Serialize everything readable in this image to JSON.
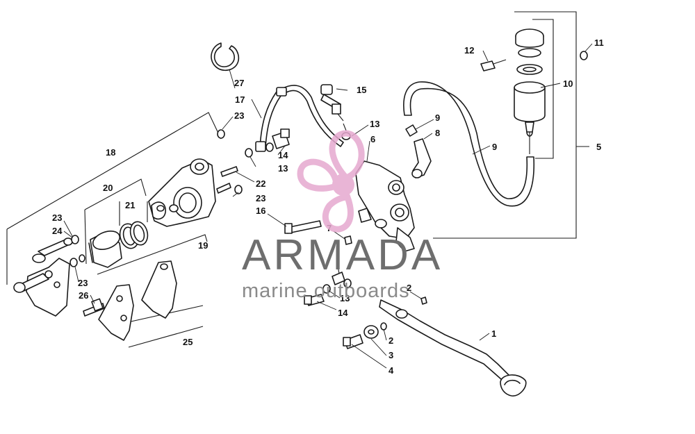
{
  "watermark": {
    "title": "ARMADA",
    "subtitle": "marine outboards",
    "title_color": "#6e6e6e",
    "subtitle_color": "#8a8a8a",
    "logo_color": "#e6a9cf"
  },
  "callouts": {
    "c1": "1",
    "c2a": "2",
    "c2b": "2",
    "c3": "3",
    "c4": "4",
    "c5": "5",
    "c6": "6",
    "c7": "7",
    "c8": "8",
    "c9a": "9",
    "c9b": "9",
    "c10": "10",
    "c11": "11",
    "c12": "12",
    "c13a": "13",
    "c13b": "13",
    "c13c": "13",
    "c14a": "14",
    "c14b": "14",
    "c15": "15",
    "c16": "16",
    "c17": "17",
    "c18": "18",
    "c19": "19",
    "c20": "20",
    "c21": "21",
    "c22": "22",
    "c23a": "23",
    "c23b": "23",
    "c23c": "23",
    "c23d": "23",
    "c24": "24",
    "c25": "25",
    "c26": "26",
    "c27": "27"
  }
}
